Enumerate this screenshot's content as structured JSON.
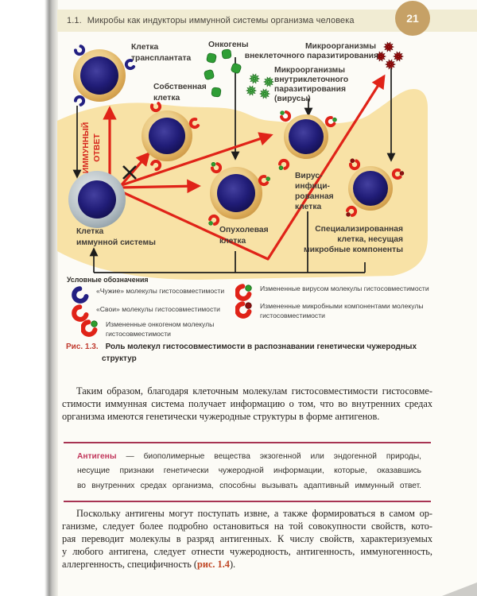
{
  "header": {
    "section": "1.1.",
    "title": "Микробы как индукторы иммунной системы организма человека",
    "page_number": "21"
  },
  "colors": {
    "accent_red": "#e02318",
    "receptor_blue": "#232082",
    "body_blob_tan": "#f8e2a6",
    "rule_crimson": "#a73352",
    "page_circle_tan": "#c6a166"
  },
  "diagram": {
    "labels": {
      "transplant": [
        "Клетка",
        "трансплантата"
      ],
      "own": [
        "Собственная",
        "клетка"
      ],
      "oncogenes": "Онкогены",
      "extracellular": [
        "Микроорганизмы",
        "внеклеточного паразитирования"
      ],
      "intracellular": [
        "Микроорганизмы",
        "внутриклеточного",
        "паразитирования",
        "(вирусы)"
      ],
      "immune_response": [
        "ИММУННЫЙ",
        "ОТВЕТ"
      ],
      "virus_infected": [
        "Вирус-",
        "инфици-",
        "рованная",
        "клетка"
      ],
      "tumor": [
        "Опухолевая",
        "клетка"
      ],
      "specialized": [
        "Специализированная",
        "клетка, несущая",
        "микробные компоненты"
      ],
      "immune_cell": [
        "Клетка",
        "иммунной системы"
      ]
    },
    "icons": {
      "oncogene": "green-oncogene-blob",
      "virus_green": "green-virus-burst",
      "microbe_red": "dark-red-microbe-burst",
      "receptor": "histocompatibility-molecule-c-shape"
    }
  },
  "legend": {
    "title": "Условные обозначения",
    "items": [
      {
        "icon": "blue-c-molecule",
        "lines": [
          "«Чужие» молекулы гистосовместимости"
        ]
      },
      {
        "icon": "red-c-molecule",
        "lines": [
          "«Свои» молекулы гистосовместимости"
        ]
      },
      {
        "icon": "red-c-green-dot",
        "lines": [
          "Измененные онкогеном молекулы",
          "гистосовместимости"
        ]
      },
      {
        "icon": "red-c-green-dot",
        "lines": [
          "Измененные вирусом молекулы гистосовместимости"
        ]
      },
      {
        "icon": "red-c-darkred-dot",
        "lines": [
          "Измененные микробными компонентами молекулы",
          "гистосовместимости"
        ]
      }
    ]
  },
  "caption": {
    "fig": "Рис. 1.3.",
    "line1": "Роль молекул гистосовместимости в распознавании генетически чужеродных",
    "line2": "структур"
  },
  "paragraph1": {
    "lines": [
      "Таким образом, благодаря клеточным молекулам гистосовместимости гистосовме-",
      "стимости иммунная система получает информацию о том, что во внутренних средах",
      "организма имеются генетически чужеродные структуры в форме антигенов."
    ]
  },
  "definition_box": {
    "term": "Антигены",
    "line1_rest": " — биополимерные вещества экзогенной или эндогенной природы,",
    "line2": "несущие признаки генетически чужеродной информации, которые, оказавшись",
    "line3": "во внутренних средах организма, способны вызывать адаптивный иммунный ответ."
  },
  "paragraph2": {
    "lines": [
      "Поскольку антигены могут поступать извне, а также формироваться в самом ор-",
      "ганизме, следует более подробно остановиться на той совокупности свойств, кото-",
      "рая переводит молекулы в разряд антигенных. К числу свойств, характеризуемых",
      "у любого антигена, следует отнести чужеродность, антигенность, иммуногенность,"
    ],
    "last_before": "аллергенность, специфичность (",
    "last_ref": "рис. 1.4",
    "last_after": ")."
  }
}
